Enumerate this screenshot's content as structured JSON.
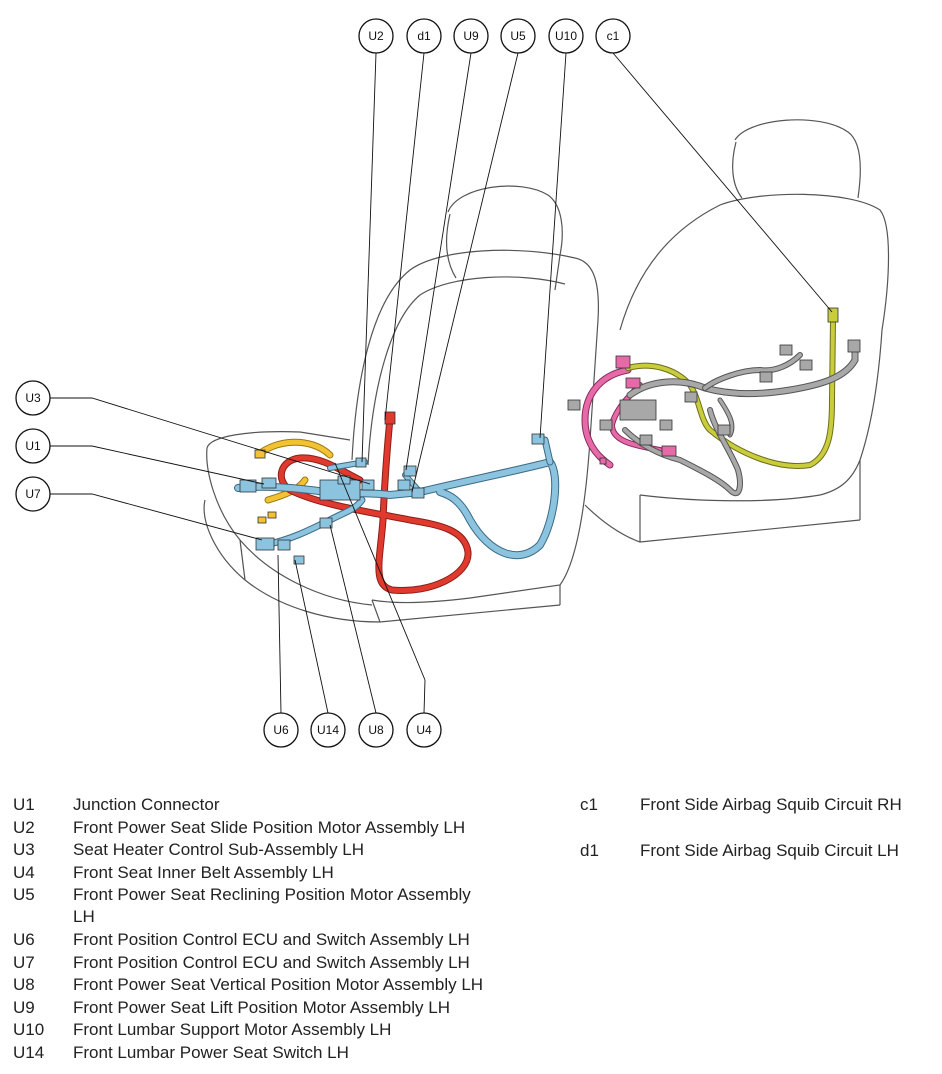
{
  "callouts": [
    {
      "id": "U2",
      "label": "U2"
    },
    {
      "id": "d1",
      "label": "d1"
    },
    {
      "id": "U9",
      "label": "U9"
    },
    {
      "id": "U5",
      "label": "U5"
    },
    {
      "id": "U10",
      "label": "U10"
    },
    {
      "id": "c1",
      "label": "c1"
    },
    {
      "id": "U3",
      "label": "U3"
    },
    {
      "id": "U1",
      "label": "U1"
    },
    {
      "id": "U7",
      "label": "U7"
    },
    {
      "id": "U6",
      "label": "U6"
    },
    {
      "id": "U14",
      "label": "U14"
    },
    {
      "id": "U8",
      "label": "U8"
    },
    {
      "id": "U4",
      "label": "U4"
    }
  ],
  "legend_left": [
    {
      "code": "U1",
      "desc": "Junction Connector"
    },
    {
      "code": "U2",
      "desc": "Front Power Seat Slide Position Motor Assembly LH"
    },
    {
      "code": "U3",
      "desc": "Seat Heater Control Sub-Assembly LH"
    },
    {
      "code": "U4",
      "desc": "Front Seat Inner Belt Assembly LH"
    },
    {
      "code": "U5",
      "desc": "Front Power Seat Reclining Position Motor Assembly",
      "desc2": "LH"
    },
    {
      "code": "U6",
      "desc": "Front Position Control ECU and Switch Assembly LH"
    },
    {
      "code": "U7",
      "desc": "Front Position Control ECU and Switch Assembly LH"
    },
    {
      "code": "U8",
      "desc": "Front Power Seat Vertical Position Motor Assembly LH"
    },
    {
      "code": "U9",
      "desc": "Front Power Seat Lift Position Motor Assembly LH"
    },
    {
      "code": "U10",
      "desc": "Front Lumbar Support Motor Assembly LH"
    },
    {
      "code": "U14",
      "desc": "Front Lumbar Power Seat Switch LH"
    }
  ],
  "legend_right": [
    {
      "code": "c1",
      "desc": "Front Side Airbag Squib Circuit RH"
    },
    {
      "code": "d1",
      "desc": "Front Side Airbag Squib Circuit LH"
    }
  ],
  "colors": {
    "harness_blue": "#8cc3df",
    "harness_red": "#e03a2e",
    "harness_yellow": "#f3c232",
    "harness_pink": "#e66aa8",
    "harness_olive": "#c9cc3b",
    "harness_gray": "#a8a8a8"
  }
}
